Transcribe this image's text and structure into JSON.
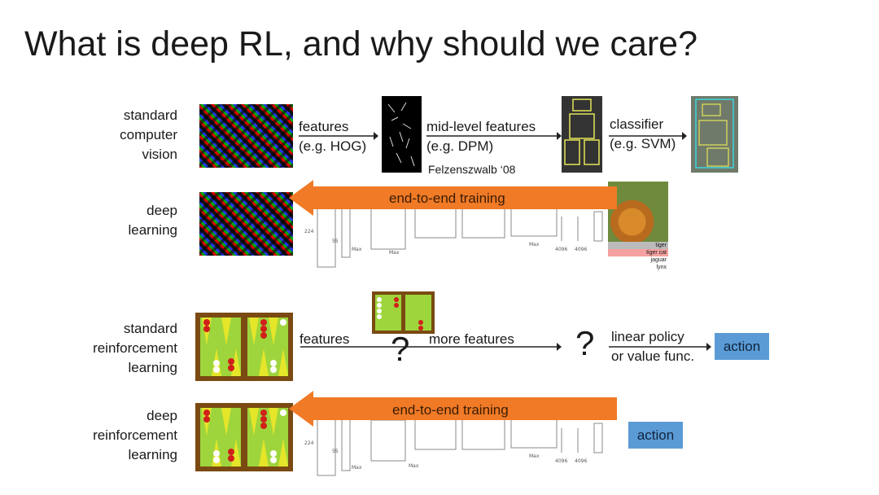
{
  "title": "What is deep RL, and why should we care?",
  "rows": {
    "scv": {
      "label": [
        "standard",
        "computer",
        "vision"
      ]
    },
    "dl": {
      "label": [
        "deep",
        "learning"
      ]
    },
    "srl": {
      "label": [
        "standard",
        "reinforcement",
        "learning"
      ]
    },
    "drl": {
      "label": [
        "deep",
        "reinforcement",
        "learning"
      ]
    }
  },
  "scv": {
    "features": [
      "features",
      "(e.g. HOG)"
    ],
    "midlevel": [
      "mid-level features",
      "(e.g. DPM)"
    ],
    "citation": "Felzenszwalb ‘08",
    "classifier": [
      "classifier",
      "(e.g. SVM)"
    ]
  },
  "dl": {
    "banner": "end-to-end training",
    "tiger_labels": [
      "tiger",
      "tiger cat",
      "jaguar",
      "lynx"
    ]
  },
  "srl": {
    "features": "features",
    "more_features": "more features",
    "q1": "?",
    "q2": "?",
    "policy": [
      "linear policy",
      "or value func."
    ],
    "action": "action"
  },
  "drl": {
    "banner": "end-to-end training",
    "action": "action"
  },
  "colors": {
    "banner": "#f07a26",
    "action": "#5b9bd5"
  }
}
